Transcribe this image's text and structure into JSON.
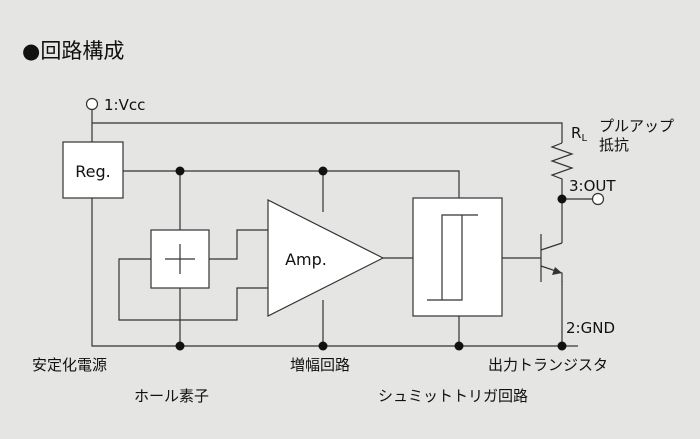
{
  "title": "●回路構成",
  "labels": {
    "vcc": "1:Vcc",
    "out": "3:OUT",
    "gnd": "2:GND",
    "rl_main": "R",
    "rl_sub": "L",
    "pullup_line1": "プルアップ",
    "pullup_line2": "抵抗",
    "reg": "Reg.",
    "amp": "Amp.",
    "power_supply": "安定化電源",
    "hall_element": "ホール素子",
    "amplifier_circuit": "増幅回路",
    "output_transistor": "出力トランジスタ",
    "schmitt_trigger": "シュミットトリガ回路"
  },
  "colors": {
    "background": "#e5e5e3",
    "line": "#333333",
    "box_fill": "#ffffff",
    "text": "#111111"
  }
}
